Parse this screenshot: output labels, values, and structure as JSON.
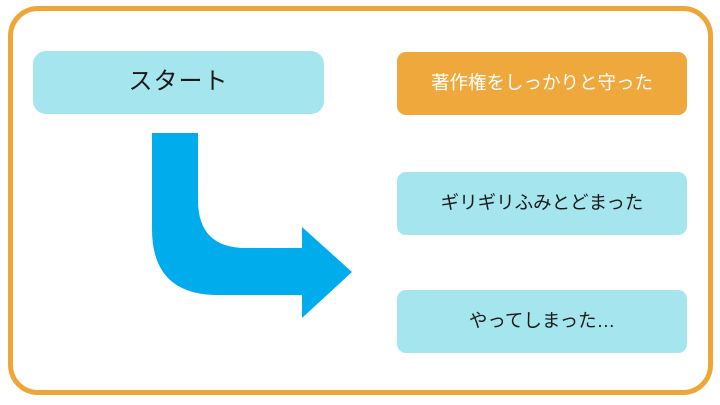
{
  "diagram": {
    "start": {
      "label": "スタート"
    },
    "outcomes": [
      {
        "label": "著作権をしっかりと守った",
        "variant": "orange"
      },
      {
        "label": "ギリギリふみとどまった",
        "variant": "cyan"
      },
      {
        "label": "やってしまった…",
        "variant": "cyan"
      }
    ],
    "arrow": {
      "icon": "curved-arrow-down-right",
      "direction": "down-right"
    },
    "colors": {
      "frame_border": "#F0A636",
      "box_cyan": "#A5E6EE",
      "box_orange": "#EFA83C",
      "arrow_blue": "#00ACEB",
      "text_dark": "#1A1A1A",
      "text_light": "#FFFFFF"
    }
  }
}
